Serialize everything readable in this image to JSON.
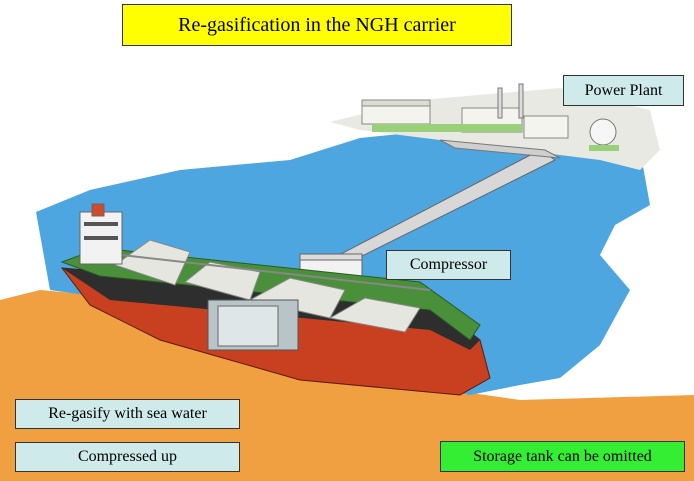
{
  "title": "Re-gasification in the NGH carrier",
  "labels": {
    "power_plant": "Power Plant",
    "compressor": "Compressor",
    "regasify": "Re-gasify with sea water",
    "compressed_up": "Compressed up",
    "storage_tank": "Storage tank can be omitted"
  },
  "colors": {
    "title_bg": "#ffff00",
    "label_bg": "#cfeaea",
    "storage_bg": "#33ee33",
    "sea": "#4da6e0",
    "sand": "#f0a040",
    "hull": "#c8401f"
  }
}
